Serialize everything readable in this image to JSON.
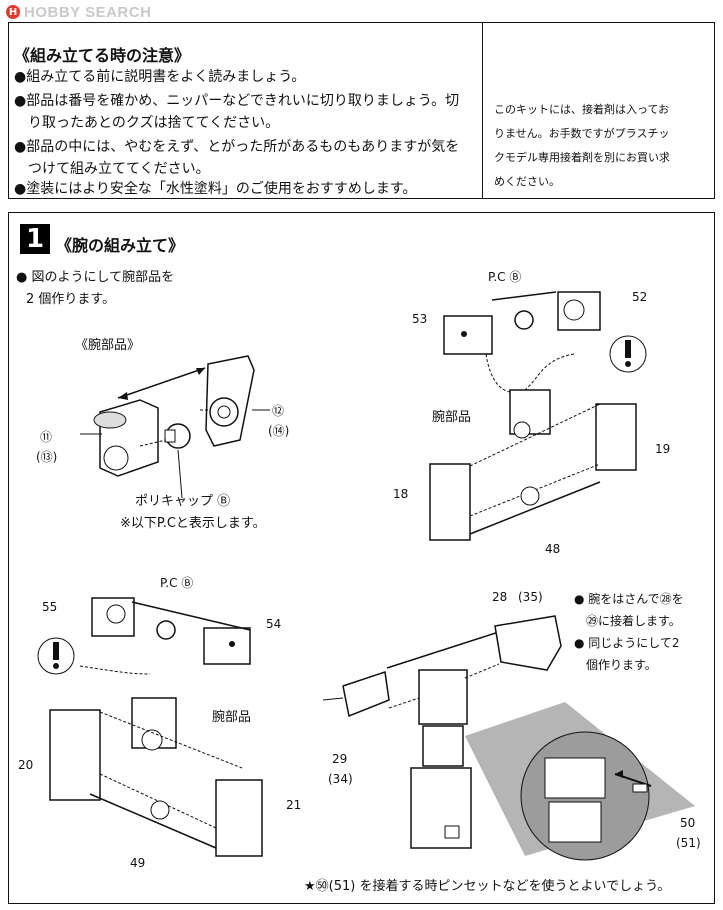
{
  "logo": {
    "text": "HOBBY SEARCH",
    "mark": "H"
  },
  "notice": {
    "title": "《組み立てる時の注意》",
    "items": [
      "●組み立てる前に説明書をよく読みましょう。",
      "●部品は番号を確かめ、ニッパーなどできれいに切り取りましょう。切",
      "　り取ったあとのクズは捨ててください。",
      "●部品の中には、やむをえず、とがった所があるものもありますが気を",
      "　つけて組み立ててください。",
      "●塗装にはより安全な「水性塗料」のご使用をおすすめします。"
    ],
    "right_lines": [
      "このキットには、接着剤は入ってお",
      "りません。お手数ですがプラスチッ",
      "クモデル専用接着剤を別にお買い求",
      "めください。"
    ]
  },
  "step": {
    "number": "1",
    "title": "《腕の組み立て》",
    "intro_1": "● 図のようにして腕部品を",
    "intro_2": "2 個作ります。",
    "arm_parts_label": "《腕部品》",
    "poly_cap_label": "ポリキャップ Ⓑ",
    "pc_note": "※以下P.Cと表示します。",
    "pc_label": "P.C Ⓑ",
    "arm_part_label": "腕部品",
    "right_note_1": "● 腕をはさんで㉘を",
    "right_note_2": "㉙に接着します。",
    "right_note_3": "● 同じようにして2",
    "right_note_4": "個作ります。",
    "footer": "★㊿(51) を接着する時ピンセットなどを使うとよいでしょう。"
  },
  "part_numbers": {
    "p11": "⑪",
    "p13": "(⑬)",
    "p12": "⑫",
    "p14": "(⑭)",
    "p53": "53",
    "p52": "52",
    "p19": "19",
    "p18": "18",
    "p48": "48",
    "p55": "55",
    "p54": "54",
    "p20": "20",
    "p21": "21",
    "p49": "49",
    "p28": "28",
    "p35": "(35)",
    "p29": "29",
    "p34": "(34)",
    "p50": "50",
    "p51": "(51)"
  }
}
